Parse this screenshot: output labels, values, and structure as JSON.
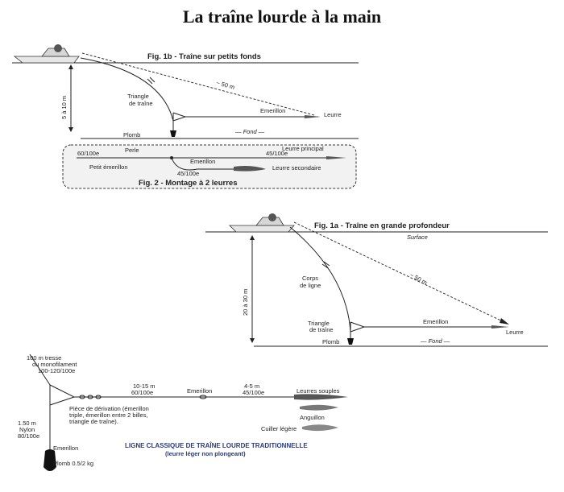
{
  "title": "La traîne lourde à la main",
  "fig1b": {
    "title": "Fig. 1b  -  Traîne sur petits fonds",
    "depth": "5 à 10 m",
    "distance": "~ 50 m",
    "triangle": [
      "Triangle",
      "de traîne"
    ],
    "swivel": "Emerillon",
    "lure": "Leurre",
    "weight": "Plomb",
    "bottom": "— Fond —"
  },
  "fig2": {
    "title": "Fig. 2  -  Montage à 2 leurres",
    "pearl": "Perle",
    "line_main_left": "60/100e",
    "line_main_right": "45/100e",
    "main_lure": "Leurre principal",
    "swivel": "Emerillon",
    "small_swivel": "Petit émerillon",
    "line_secondary": "45/100e",
    "secondary_lure": "Leurre secondaire"
  },
  "fig1a": {
    "title": "Fig. 1a  -  Traîne en grande profondeur",
    "surface": "Surface",
    "depth": "20 à 30 m",
    "distance": "~ 50 m",
    "line_body": [
      "Corps",
      "de ligne"
    ],
    "triangle": [
      "Triangle",
      "de traîne"
    ],
    "swivel": "Emerillon",
    "lure": "Leurre",
    "weight": "Plomb",
    "bottom": "— Fond —"
  },
  "classic": {
    "braid": [
      "100 m tresse",
      "ou monofilament",
      "100-120/100e"
    ],
    "nylon": [
      "1.50 m",
      "Nylon",
      "80/100e"
    ],
    "swivel_low": "Emerillon",
    "weight": "Plomb 0.5/2 kg",
    "derivation": [
      "Pièce de dérivation (émerillon",
      "triple, émerillon entre 2 billes,",
      "triangle de traîne)."
    ],
    "seg1": [
      "10-15 m",
      "60/100e"
    ],
    "swivel_mid": "Emerillon",
    "seg2": [
      "4-5 m",
      "45/100e"
    ],
    "soft_lures": "Leurres souples",
    "eel": "Anguillon",
    "spoon": "Cuiller légère",
    "caption": "LIGNE CLASSIQUE DE TRAÎNE LOURDE TRADITIONNELLE",
    "subcaption": "(leurre léger non plongeant)"
  },
  "colors": {
    "ink": "#222222",
    "caption_blue": "#2a3b7a",
    "weight_fill": "#111111",
    "boat_fill": "#e6e6e6",
    "panel_fill": "#f2f2f2"
  }
}
